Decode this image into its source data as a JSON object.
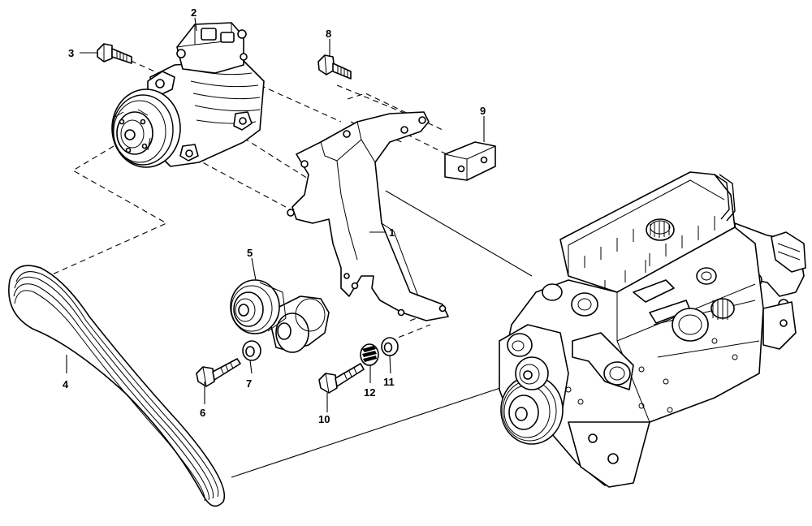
{
  "callouts": {
    "c1": "1",
    "c2": "2",
    "c3": "3",
    "c4": "4",
    "c5": "5",
    "c6": "6",
    "c7": "7",
    "c8": "8",
    "c9": "9",
    "c10": "10",
    "c11": "11",
    "c12": "12"
  },
  "parts": [
    {
      "callout": "1",
      "component": "bracket"
    },
    {
      "callout": "2",
      "component": "ac-compressor"
    },
    {
      "callout": "3",
      "component": "bolt"
    },
    {
      "callout": "4",
      "component": "poly-v-belt"
    },
    {
      "callout": "5",
      "component": "belt-tensioner"
    },
    {
      "callout": "6",
      "component": "bolt"
    },
    {
      "callout": "7",
      "component": "washer"
    },
    {
      "callout": "8",
      "component": "bolt"
    },
    {
      "callout": "9",
      "component": "spacer-block"
    },
    {
      "callout": "10",
      "component": "bolt"
    },
    {
      "callout": "11",
      "component": "washer"
    },
    {
      "callout": "12",
      "component": "spring"
    }
  ]
}
